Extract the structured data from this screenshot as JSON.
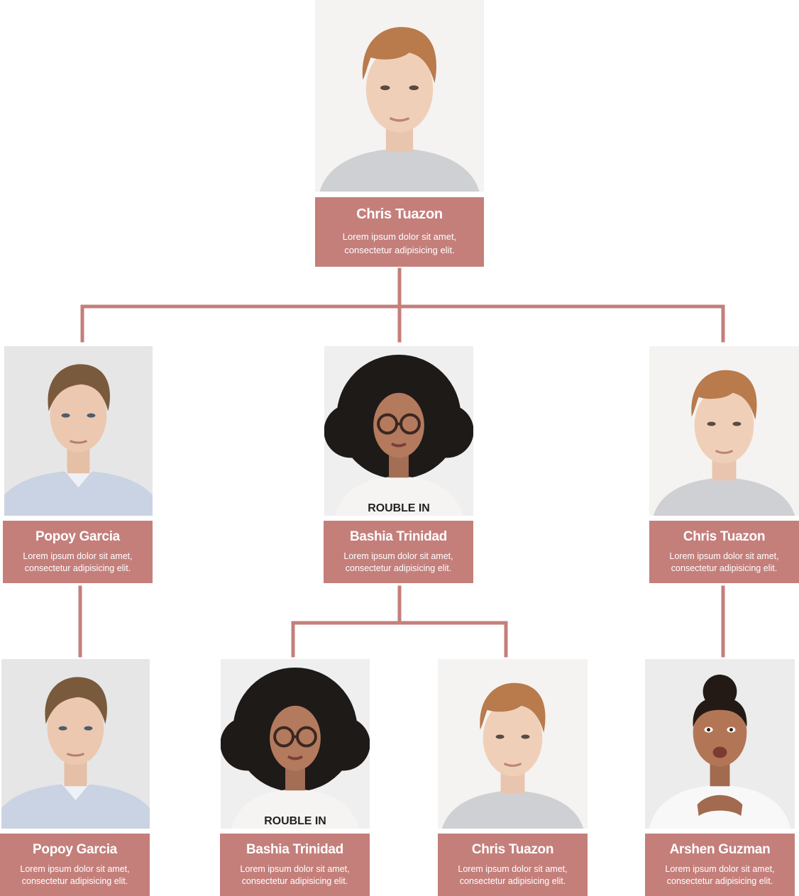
{
  "colors": {
    "box": "#c47f7b",
    "connector": "#c47f7b",
    "text": "#ffffff"
  },
  "root": {
    "name": "Chris Tuazon",
    "description": "Lorem ipsum dolor sit amet, consectetur adipisicing elit.",
    "photo": "man-auburn-hair-grey-sweater"
  },
  "level2": [
    {
      "name": "Popoy Garcia",
      "description": "Lorem ipsum dolor sit amet, consectetur adipisicing elit.",
      "photo": "man-brown-hair-blue-shirt"
    },
    {
      "name": "Bashia Trinidad",
      "description": "Lorem ipsum dolor sit amet, consectetur adipisicing elit.",
      "photo": "woman-curly-hair-glasses"
    },
    {
      "name": "Chris Tuazon",
      "description": "Lorem ipsum dolor sit amet, consectetur adipisicing elit.",
      "photo": "man-auburn-hair-grey-sweater"
    }
  ],
  "level3": [
    {
      "name": "Popoy Garcia",
      "description": "Lorem ipsum dolor sit amet, consectetur adipisicing elit.",
      "photo": "man-brown-hair-blue-shirt"
    },
    {
      "name": "Bashia Trinidad",
      "description": "Lorem ipsum dolor sit amet, consectetur adipisicing elit.",
      "photo": "woman-curly-hair-glasses"
    },
    {
      "name": "Chris Tuazon",
      "description": "Lorem ipsum dolor sit amet, consectetur adipisicing elit.",
      "photo": "man-auburn-hair-grey-sweater"
    },
    {
      "name": "Arshen Guzman",
      "description": "Lorem ipsum dolor sit amet, consectetur adipisicing elit.",
      "photo": "woman-smiling-white-shirt"
    }
  ]
}
